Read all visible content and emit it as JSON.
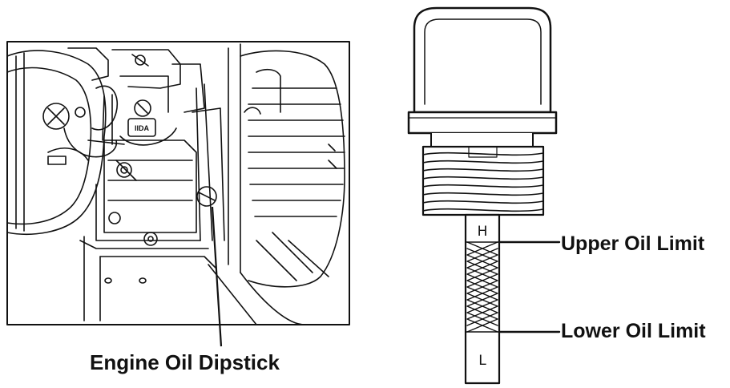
{
  "labels": {
    "dipstick_location": "Engine Oil Dipstick",
    "upper_limit": "Upper Oil Limit",
    "lower_limit": "Lower Oil Limit"
  },
  "badge_text": "IIDA",
  "dipstick_marks": {
    "high": "H",
    "low": "L"
  }
}
